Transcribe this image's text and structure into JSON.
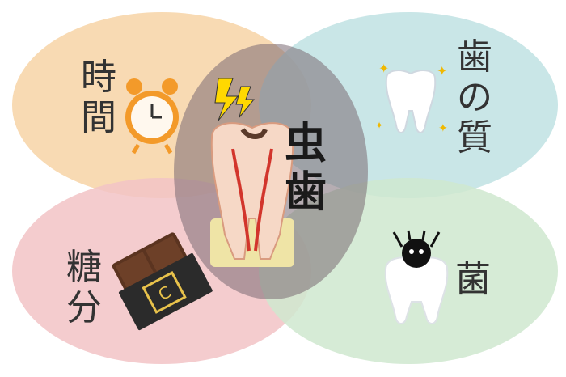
{
  "diagram": {
    "center": {
      "label_line1": "虫",
      "label_line2": "歯",
      "icon": "tooth-cavity-cross-section-icon"
    },
    "factors": {
      "time": {
        "char1": "時",
        "char2": "間",
        "color": "#f7d3a6",
        "icon": "alarm-clock-icon"
      },
      "tooth_quality": {
        "char1": "歯",
        "char2": "の",
        "char3": "質",
        "color": "#bfe2e3",
        "icon": "sparkling-tooth-icon"
      },
      "sugar": {
        "char1": "糖",
        "char2": "分",
        "color": "#f2c3c6",
        "icon": "chocolate-bar-icon"
      },
      "bacteria": {
        "char1": "菌",
        "color": "#cfe8cf",
        "icon": "bacteria-on-tooth-icon"
      }
    },
    "center_color": "#7a6a72"
  }
}
